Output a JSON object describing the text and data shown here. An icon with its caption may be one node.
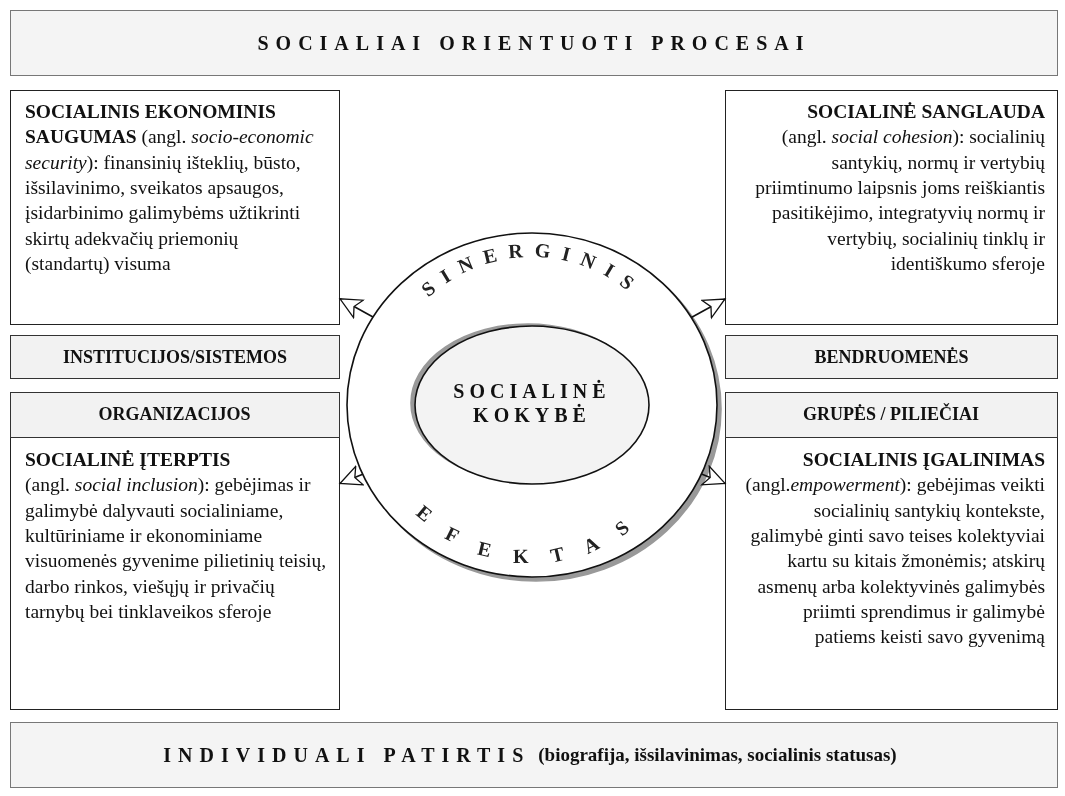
{
  "diagram": {
    "nodes": [
      {
        "text": [
          "SOCIALIAI ORIENTUOTI PROCESAI"
        ]
      },
      {
        "text": [
          "**SOCIALINIS EKONOMINIS SAUGUMAS** (angl. *socio-economic security*): finansinių išteklių, būsto, išsilavinimo, sveikatos apsaugos, įsidarbinimo galimybėms užtikrinti skirtų adekvačių priemonių (standartų) visuma"
        ]
      },
      {
        "text": [
          "INSTITUCIJOS/SISTEMOS"
        ]
      },
      {
        "text": [
          "SOCIALINĖ SANGLAUDA",
          "(angl. *social cohesion*): socialinių santykių, normų ir vertybių priimtinumo laipsnis joms reiškiantis pasitikėjimo, integratyvių normų ir vertybių, socialinių tinklų ir identiškumo sferoje"
        ]
      },
      {
        "text": [
          "BENDRUOMENĖS"
        ]
      },
      {
        "text": [
          "SOCIALINĖ ĮTERPTIS",
          "(angl. *social inclusion*): gebėjimas ir galimybė dalyvauti socialiniame, kultūriniame ir ekonominiame visuomenės gyvenime pilietinių teisių, darbo rinkos, viešųjų ir privačių tarnybų bei tinklaveikos sferoje"
        ]
      },
      {
        "text": [
          "ORGANIZACIJOS"
        ],
        "in": 5
      },
      {
        "text": [
          "SOCIALINIS ĮGALINIMAS",
          "(angl.*empowerment*): gebėjimas veikti socialinių santykių kontekste, galimybė ginti savo teises kolektyviai kartu su kitais žmonėmis; atskirų asmenų arba kolektyvinės galimybės priimti sprendimus ir galimybė patiems keisti savo gyvenimą"
        ]
      },
      {
        "text": [
          "GRUPĖS / PILIEČIAI"
        ],
        "in": 7
      },
      {
        "text": [
          "SINERGINIS",
          "EFEKTAS"
        ]
      },
      {
        "text": [
          "SOCIALINĖ KOKYBĖ"
        ],
        "in": 9
      },
      {
        "text": [
          "INDIVIDUALI PATIRTIS",
          "(biografija, išsilavinimas, socialinis statusas)"
        ]
      }
    ],
    "edges": [
      {
        "from": 9,
        "to": 1,
        "arrow": "to"
      },
      {
        "from": 9,
        "to": 3,
        "arrow": "to"
      },
      {
        "from": 9,
        "to": 5,
        "arrow": "to"
      },
      {
        "from": 9,
        "to": 7,
        "arrow": "to"
      }
    ]
  }
}
